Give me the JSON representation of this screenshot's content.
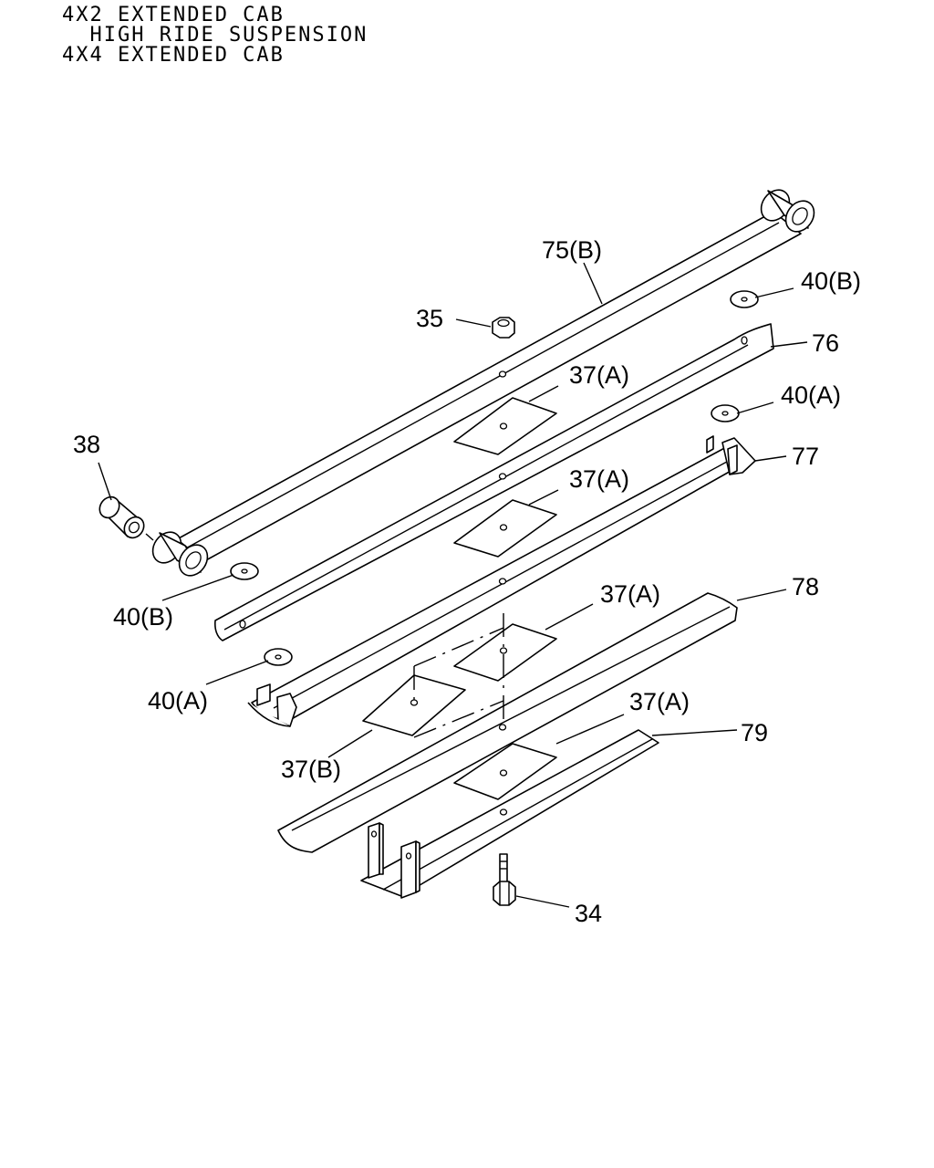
{
  "header": {
    "lines": [
      "4X2 EXTENDED CAB",
      "  HIGH RIDE SUSPENSION",
      "4X4 EXTENDED CAB"
    ]
  },
  "callouts": {
    "c34": "34",
    "c35": "35",
    "c37a_1": "37(A)",
    "c37a_2": "37(A)",
    "c37a_3": "37(A)",
    "c37a_4": "37(A)",
    "c37b": "37(B)",
    "c38": "38",
    "c40b_top": "40(B)",
    "c40b_left": "40(B)",
    "c40a_right": "40(A)",
    "c40a_left": "40(A)",
    "c75b": "75(B)",
    "c76": "76",
    "c77": "77",
    "c78": "78",
    "c79": "79"
  }
}
